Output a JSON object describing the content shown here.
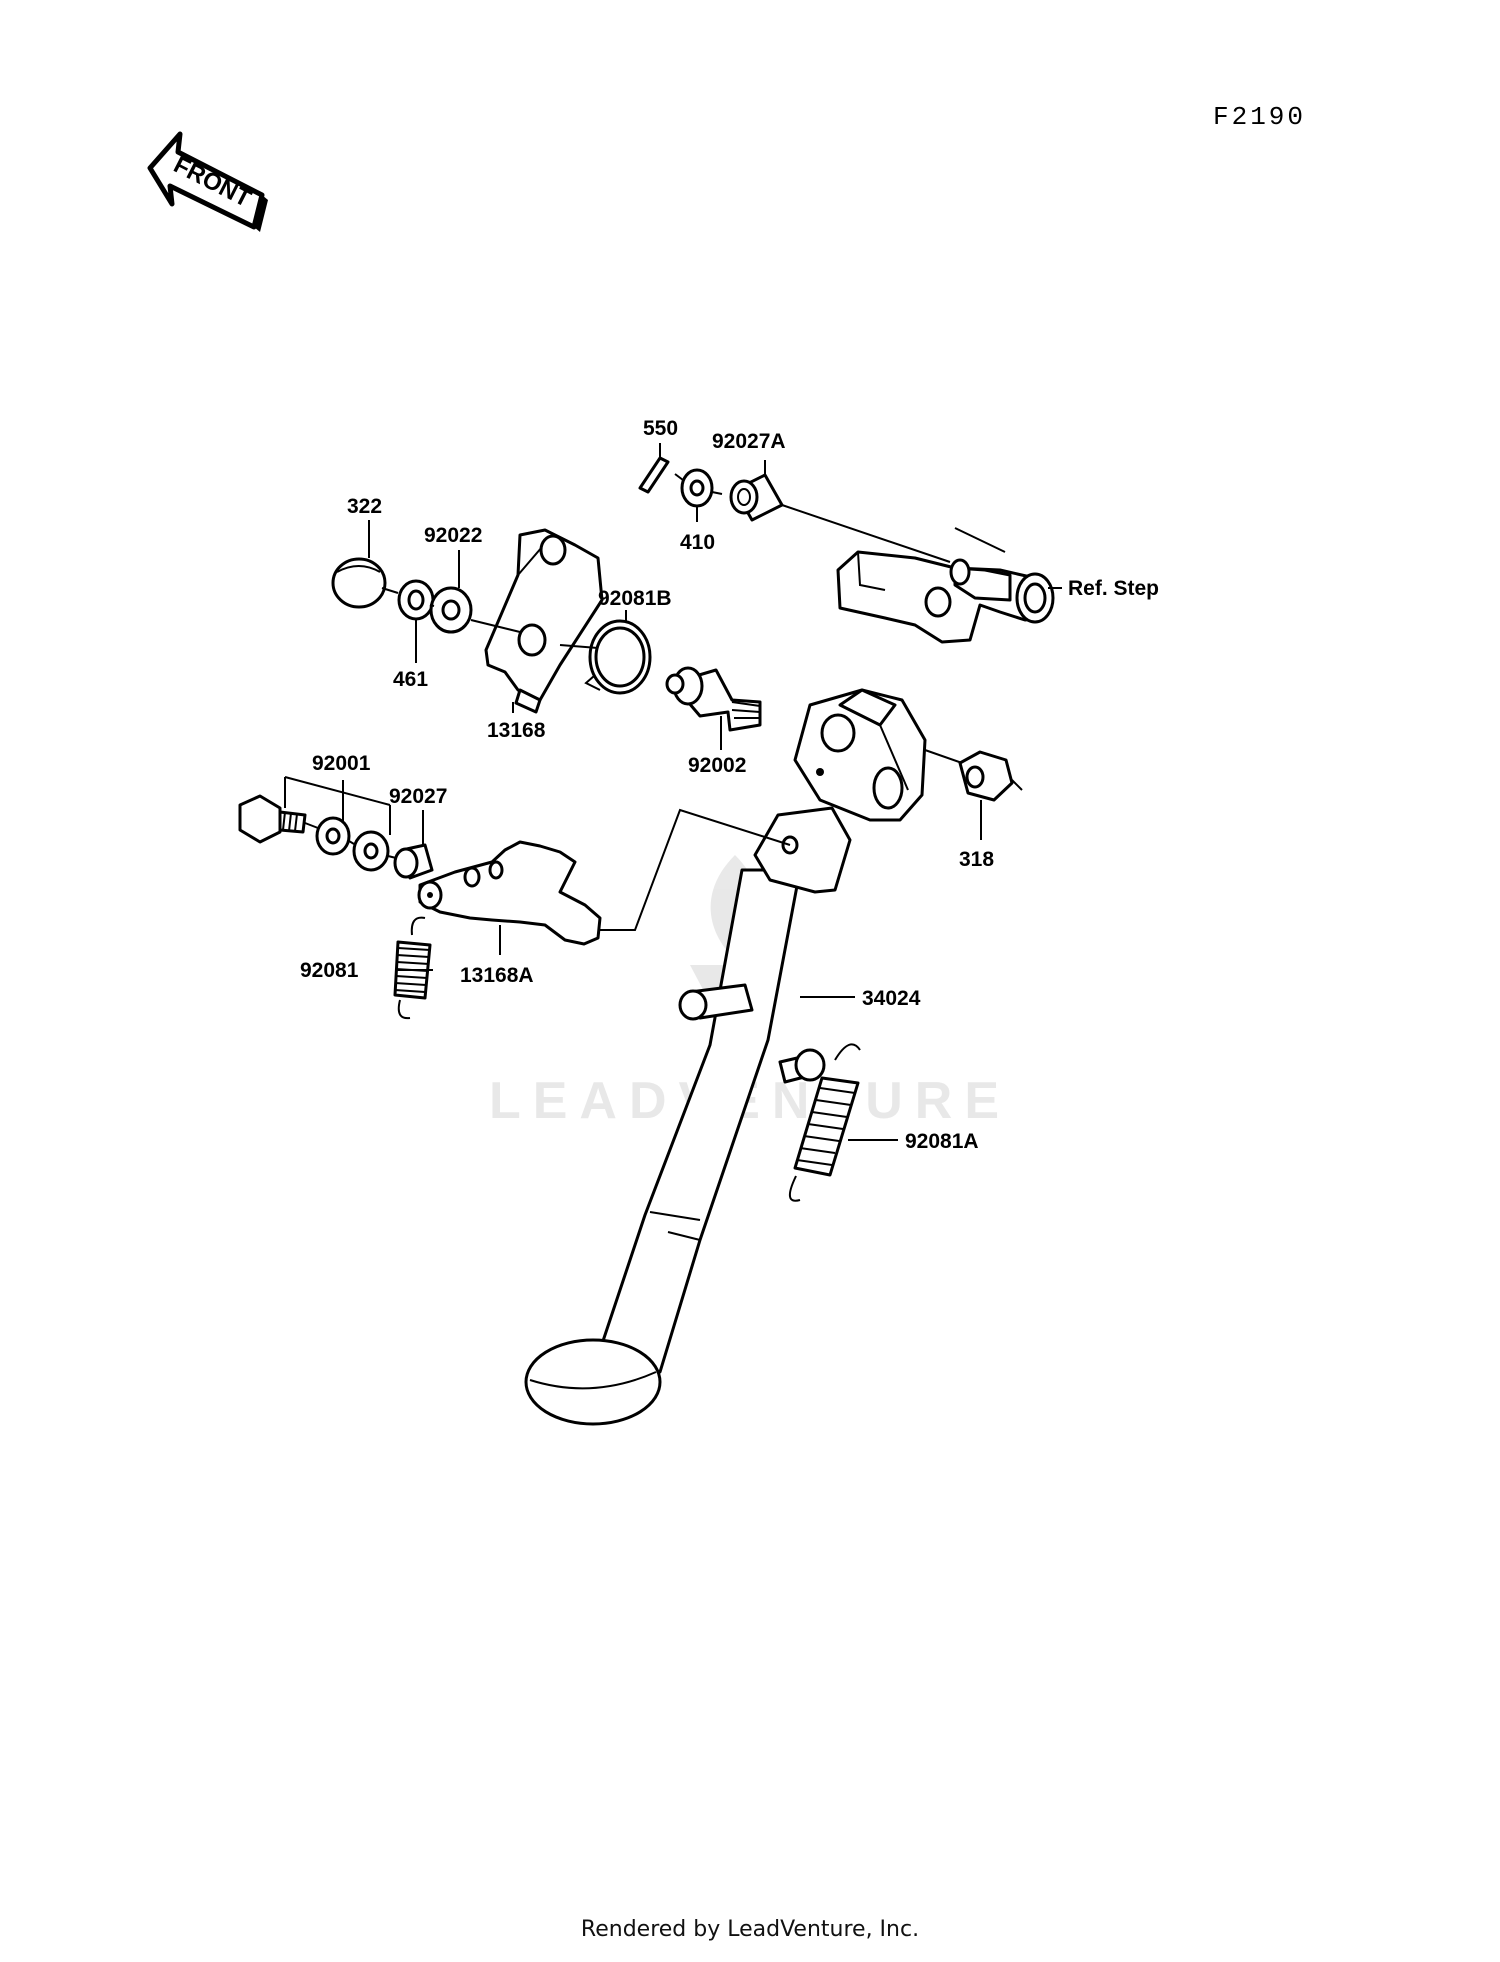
{
  "diagram_code": "F2190",
  "front_arrow_label": "FRONT",
  "watermark": "LEADVENTURE",
  "footer": "Rendered by LeadVenture, Inc.",
  "ref_label": "Ref. Step",
  "parts": [
    {
      "id": "550",
      "label": "550"
    },
    {
      "id": "92027A",
      "label": "92027A"
    },
    {
      "id": "410",
      "label": "410"
    },
    {
      "id": "322",
      "label": "322"
    },
    {
      "id": "92022",
      "label": "92022"
    },
    {
      "id": "92081B",
      "label": "92081B"
    },
    {
      "id": "461",
      "label": "461"
    },
    {
      "id": "13168",
      "label": "13168"
    },
    {
      "id": "92002",
      "label": "92002"
    },
    {
      "id": "92001",
      "label": "92001"
    },
    {
      "id": "92027",
      "label": "92027"
    },
    {
      "id": "318",
      "label": "318"
    },
    {
      "id": "92081",
      "label": "92081"
    },
    {
      "id": "13168A",
      "label": "13168A"
    },
    {
      "id": "34024",
      "label": "34024"
    },
    {
      "id": "92081A",
      "label": "92081A"
    }
  ]
}
